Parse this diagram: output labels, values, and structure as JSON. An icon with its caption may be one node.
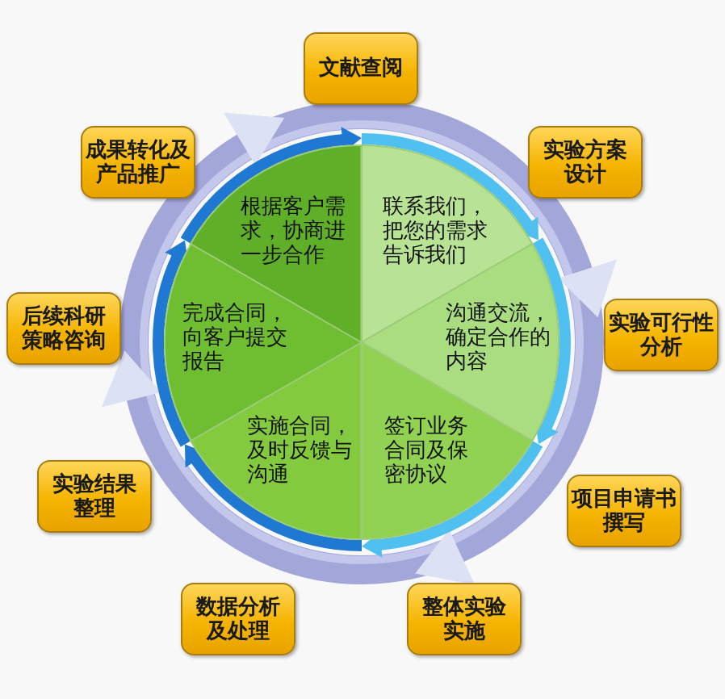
{
  "diagram": {
    "nodes": [
      {
        "text": [
          "联系我们，把您的需求告诉我们"
        ]
      },
      {
        "text": [
          "沟通交流，确定合作的内容"
        ]
      },
      {
        "text": [
          "签订业务合同及保密协议"
        ]
      },
      {
        "text": [
          "实施合同，及时反馈与沟通"
        ]
      },
      {
        "text": [
          "完成合同，向客户提交报告"
        ]
      },
      {
        "text": [
          "根据客户需求，协商进一步合作"
        ]
      },
      {
        "text": [
          "文献查阅"
        ]
      },
      {
        "text": [
          "实验方案设计"
        ]
      },
      {
        "text": [
          "实验可行性分析"
        ]
      },
      {
        "text": [
          "项目申请书撰写"
        ]
      },
      {
        "text": [
          "整体实验实施"
        ]
      },
      {
        "text": [
          "数据分析及处理"
        ]
      },
      {
        "text": [
          "实验结果整理"
        ]
      },
      {
        "text": [
          "后续科研策略咨询"
        ]
      },
      {
        "text": [
          "成果转化及产品推广"
        ]
      }
    ],
    "edges": [
      {
        "from": 0,
        "to": 1,
        "arrow": "to",
        "color": "#4fc0f0"
      },
      {
        "from": 1,
        "to": 2,
        "arrow": "to",
        "color": "#4fc0f0"
      },
      {
        "from": 2,
        "to": 3,
        "arrow": "to",
        "color": "#4fc0f0"
      },
      {
        "from": 3,
        "to": 4,
        "arrow": "to"
      },
      {
        "from": 4,
        "to": 5,
        "arrow": "to"
      },
      {
        "from": 5,
        "to": 0,
        "arrow": "to"
      }
    ]
  }
}
